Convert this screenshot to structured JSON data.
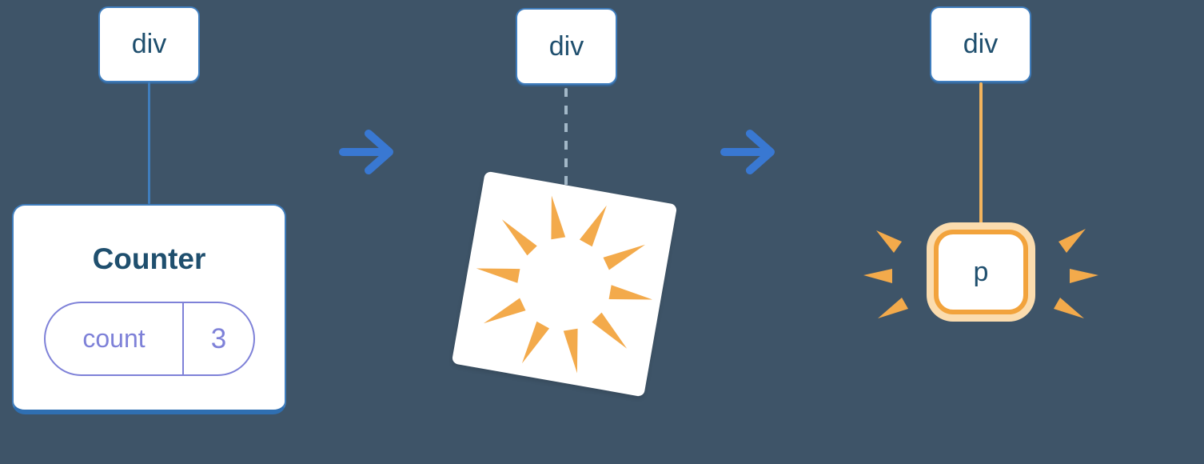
{
  "colors": {
    "background": "#3e5468",
    "node_border_blue": "#3f7dbd",
    "node_text_navy": "#1f4f6e",
    "arrow_blue": "#3978d2",
    "state_purple": "#7e81d8",
    "orange": "#f2a33c",
    "orange_halo": "#fbdcae"
  },
  "stage_before": {
    "parent_node": "div",
    "component_name": "Counter",
    "state": {
      "key": "count",
      "value": "3"
    }
  },
  "stage_unmount": {
    "parent_node": "div"
  },
  "stage_mount": {
    "parent_node": "div",
    "child_node": "p"
  }
}
